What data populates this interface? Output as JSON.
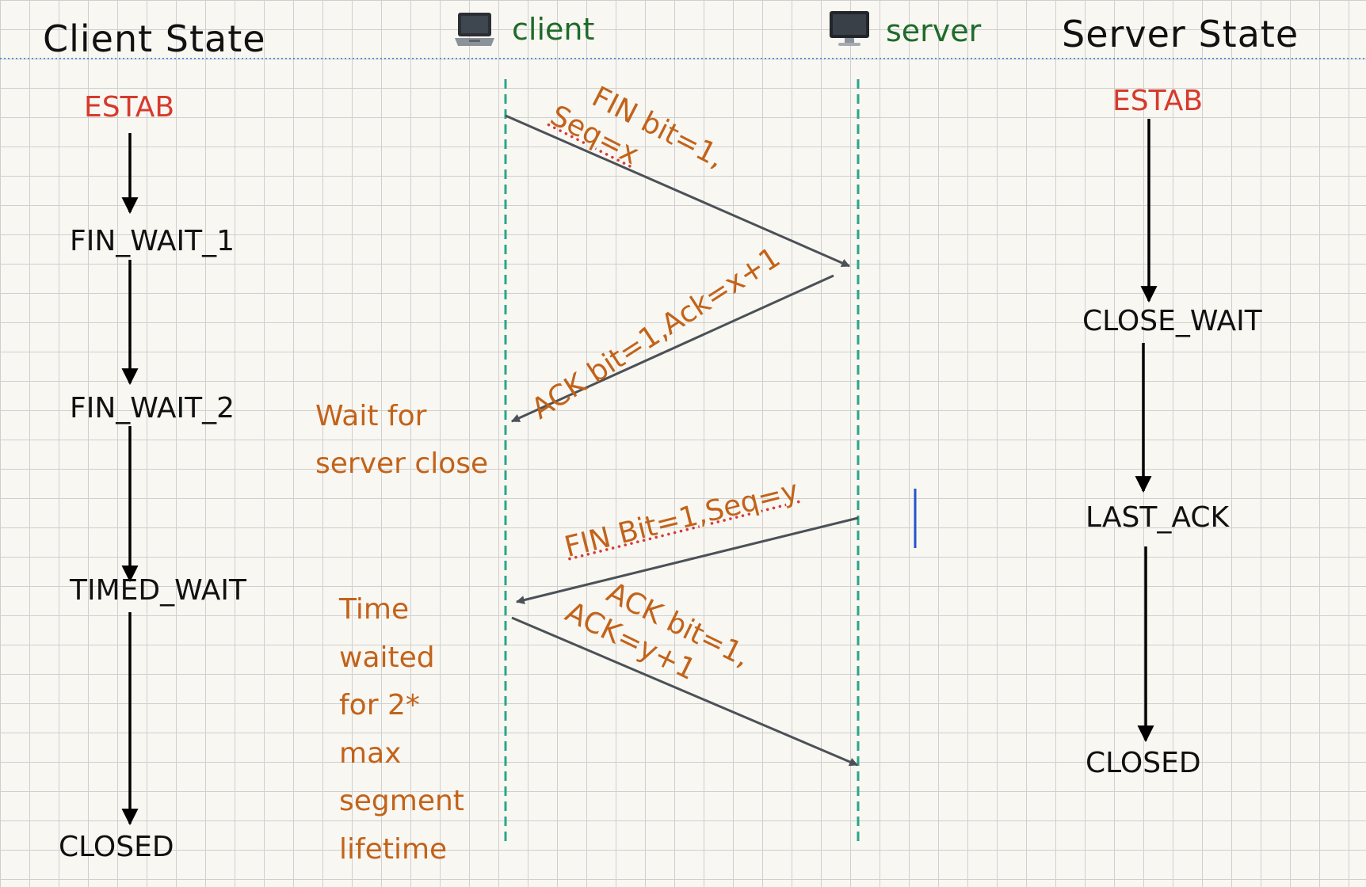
{
  "header": {
    "client_state_title": "Client State",
    "server_state_title": "Server State",
    "client_lane_label": "client",
    "server_lane_label": "server",
    "client_icon": "laptop-icon",
    "server_icon": "desktop-monitor-icon"
  },
  "client_states": [
    "ESTAB",
    "FIN_WAIT_1",
    "FIN_WAIT_2",
    "TIMED_WAIT",
    "CLOSED"
  ],
  "server_states": [
    "ESTAB",
    "CLOSE_WAIT",
    "LAST_ACK",
    "CLOSED"
  ],
  "messages": {
    "fin_client": {
      "line1": "FIN bit=1,",
      "line2": "Seq=x"
    },
    "ack_server": {
      "text": "ACK bit=1,Ack=x+1"
    },
    "fin_server": {
      "text": "FIN Bit=1,Seq=y"
    },
    "ack_client": {
      "line1": "ACK bit=1,",
      "line2": "ACK=y+1"
    }
  },
  "notes": {
    "wait_for_close": [
      "Wait for",
      "server close"
    ],
    "time_waited": [
      "Time",
      "waited",
      "for 2*",
      "max",
      "segment",
      "lifetime"
    ]
  },
  "colors": {
    "estab": "#d63a2c",
    "message": "#c2631a",
    "lane_label": "#1f6b2a",
    "lifeline": "#2aa58a",
    "arrow": "#4b5157",
    "cursor": "#2255cc",
    "header_rule": "#5b8fd6"
  }
}
